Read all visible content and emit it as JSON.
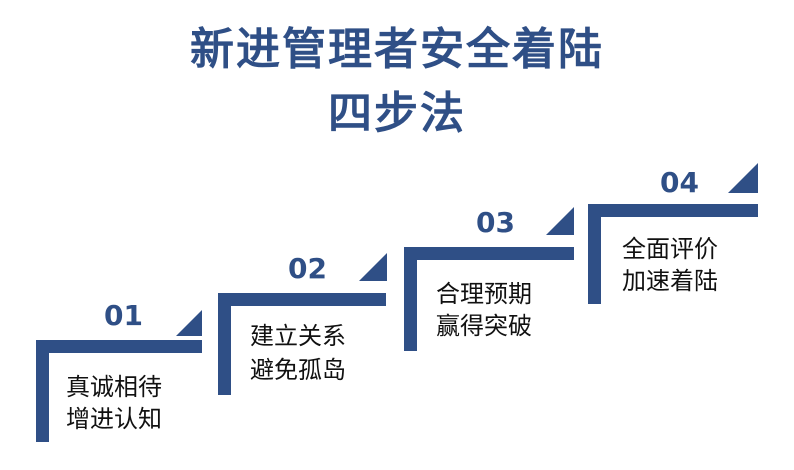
{
  "title": {
    "line1": "新进管理者安全着陆",
    "line2": "四步法"
  },
  "steps": [
    {
      "number": "01",
      "line1": "真诚相待",
      "line2": "增进认知"
    },
    {
      "number": "02",
      "line1": "建立关系",
      "line2": "避免孤岛"
    },
    {
      "number": "03",
      "line1": "合理预期",
      "line2": "赢得突破"
    },
    {
      "number": "04",
      "line1": "全面评价",
      "line2": "加速着陆"
    }
  ],
  "colors": {
    "accent": "#2f4f86",
    "text": "#111111",
    "background": "#ffffff"
  }
}
